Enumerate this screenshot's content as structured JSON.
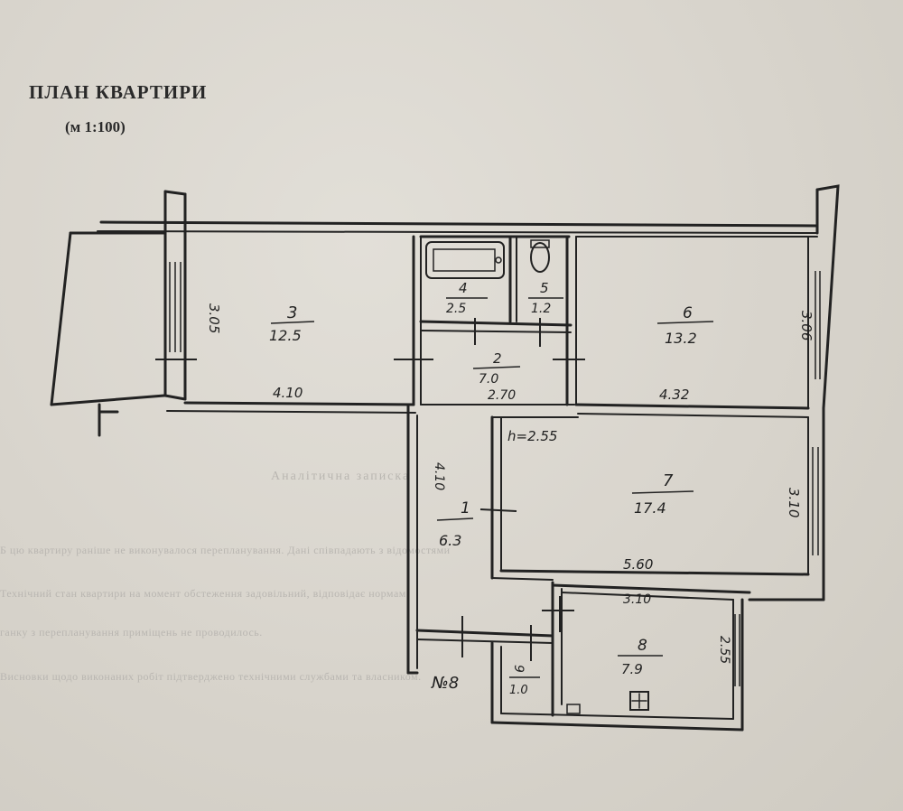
{
  "header": {
    "title": "ПЛАН КВАРТИРИ",
    "scale": "(м 1:100)"
  },
  "rooms": [
    {
      "number": "3",
      "area": "12.5"
    },
    {
      "number": "4",
      "area": "2.5"
    },
    {
      "number": "5",
      "area": "1.2"
    },
    {
      "number": "2",
      "area": "7.0"
    },
    {
      "number": "6",
      "area": "13.2"
    },
    {
      "number": "1",
      "area": "6.3"
    },
    {
      "number": "7",
      "area": "17.4"
    },
    {
      "number": "8",
      "area": "7.9"
    },
    {
      "number": "9",
      "area": "1.0"
    }
  ],
  "dimensions": {
    "room3_width": "4.10",
    "room3_depth": "3.05",
    "room2_width": "2.70",
    "room6_width": "4.32",
    "room6_depth": "3.06",
    "room1_depth": "4.10",
    "room7_width": "5.60",
    "room7_depth": "3.10",
    "room8_width": "3.10",
    "room8_depth": "2.55",
    "ceiling_height": "h=2.55"
  },
  "apartment_label": "№8",
  "background_text": [
    "Аналітична записка",
    "Б цю квартиру раніше не виконувалося перепланування. Дані співпадають з відомостями",
    "Технічний стан квартири на момент обстеження задовільний, відповідає нормам.",
    "ганку з перепланування приміщень не проводилось.",
    "Висновки щодо виконаних робіт підтверджено технічними службами та власником."
  ]
}
